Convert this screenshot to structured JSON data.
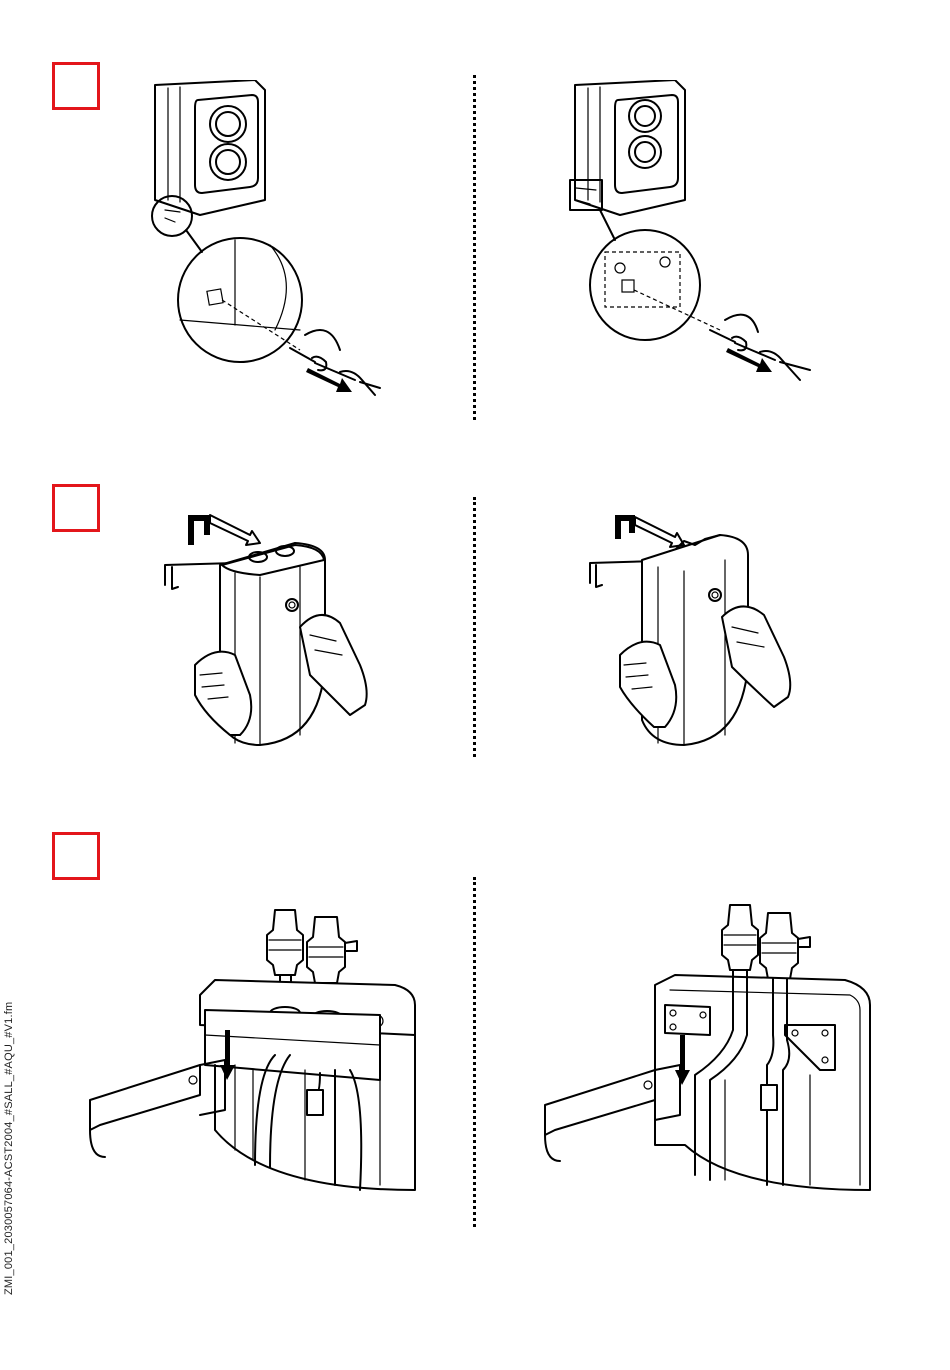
{
  "document": {
    "side_code": "ZMI_001_2030057064-ACST2004_#SALL_#AQU_#V1.fm",
    "accent_color": "#e3161b",
    "steps": [
      {
        "id": 1,
        "step_box": "red-square",
        "left_view": "loosen-screw-cover-left",
        "right_view": "loosen-screw-cover-right"
      },
      {
        "id": 2,
        "step_box": "red-square",
        "left_view": "remove-cover-over-bracket-left",
        "right_view": "remove-cover-over-bracket-right"
      },
      {
        "id": 3,
        "step_box": "red-square",
        "left_view": "hang-unit-on-wall-bracket-left",
        "right_view": "hang-unit-on-wall-bracket-right"
      }
    ]
  }
}
